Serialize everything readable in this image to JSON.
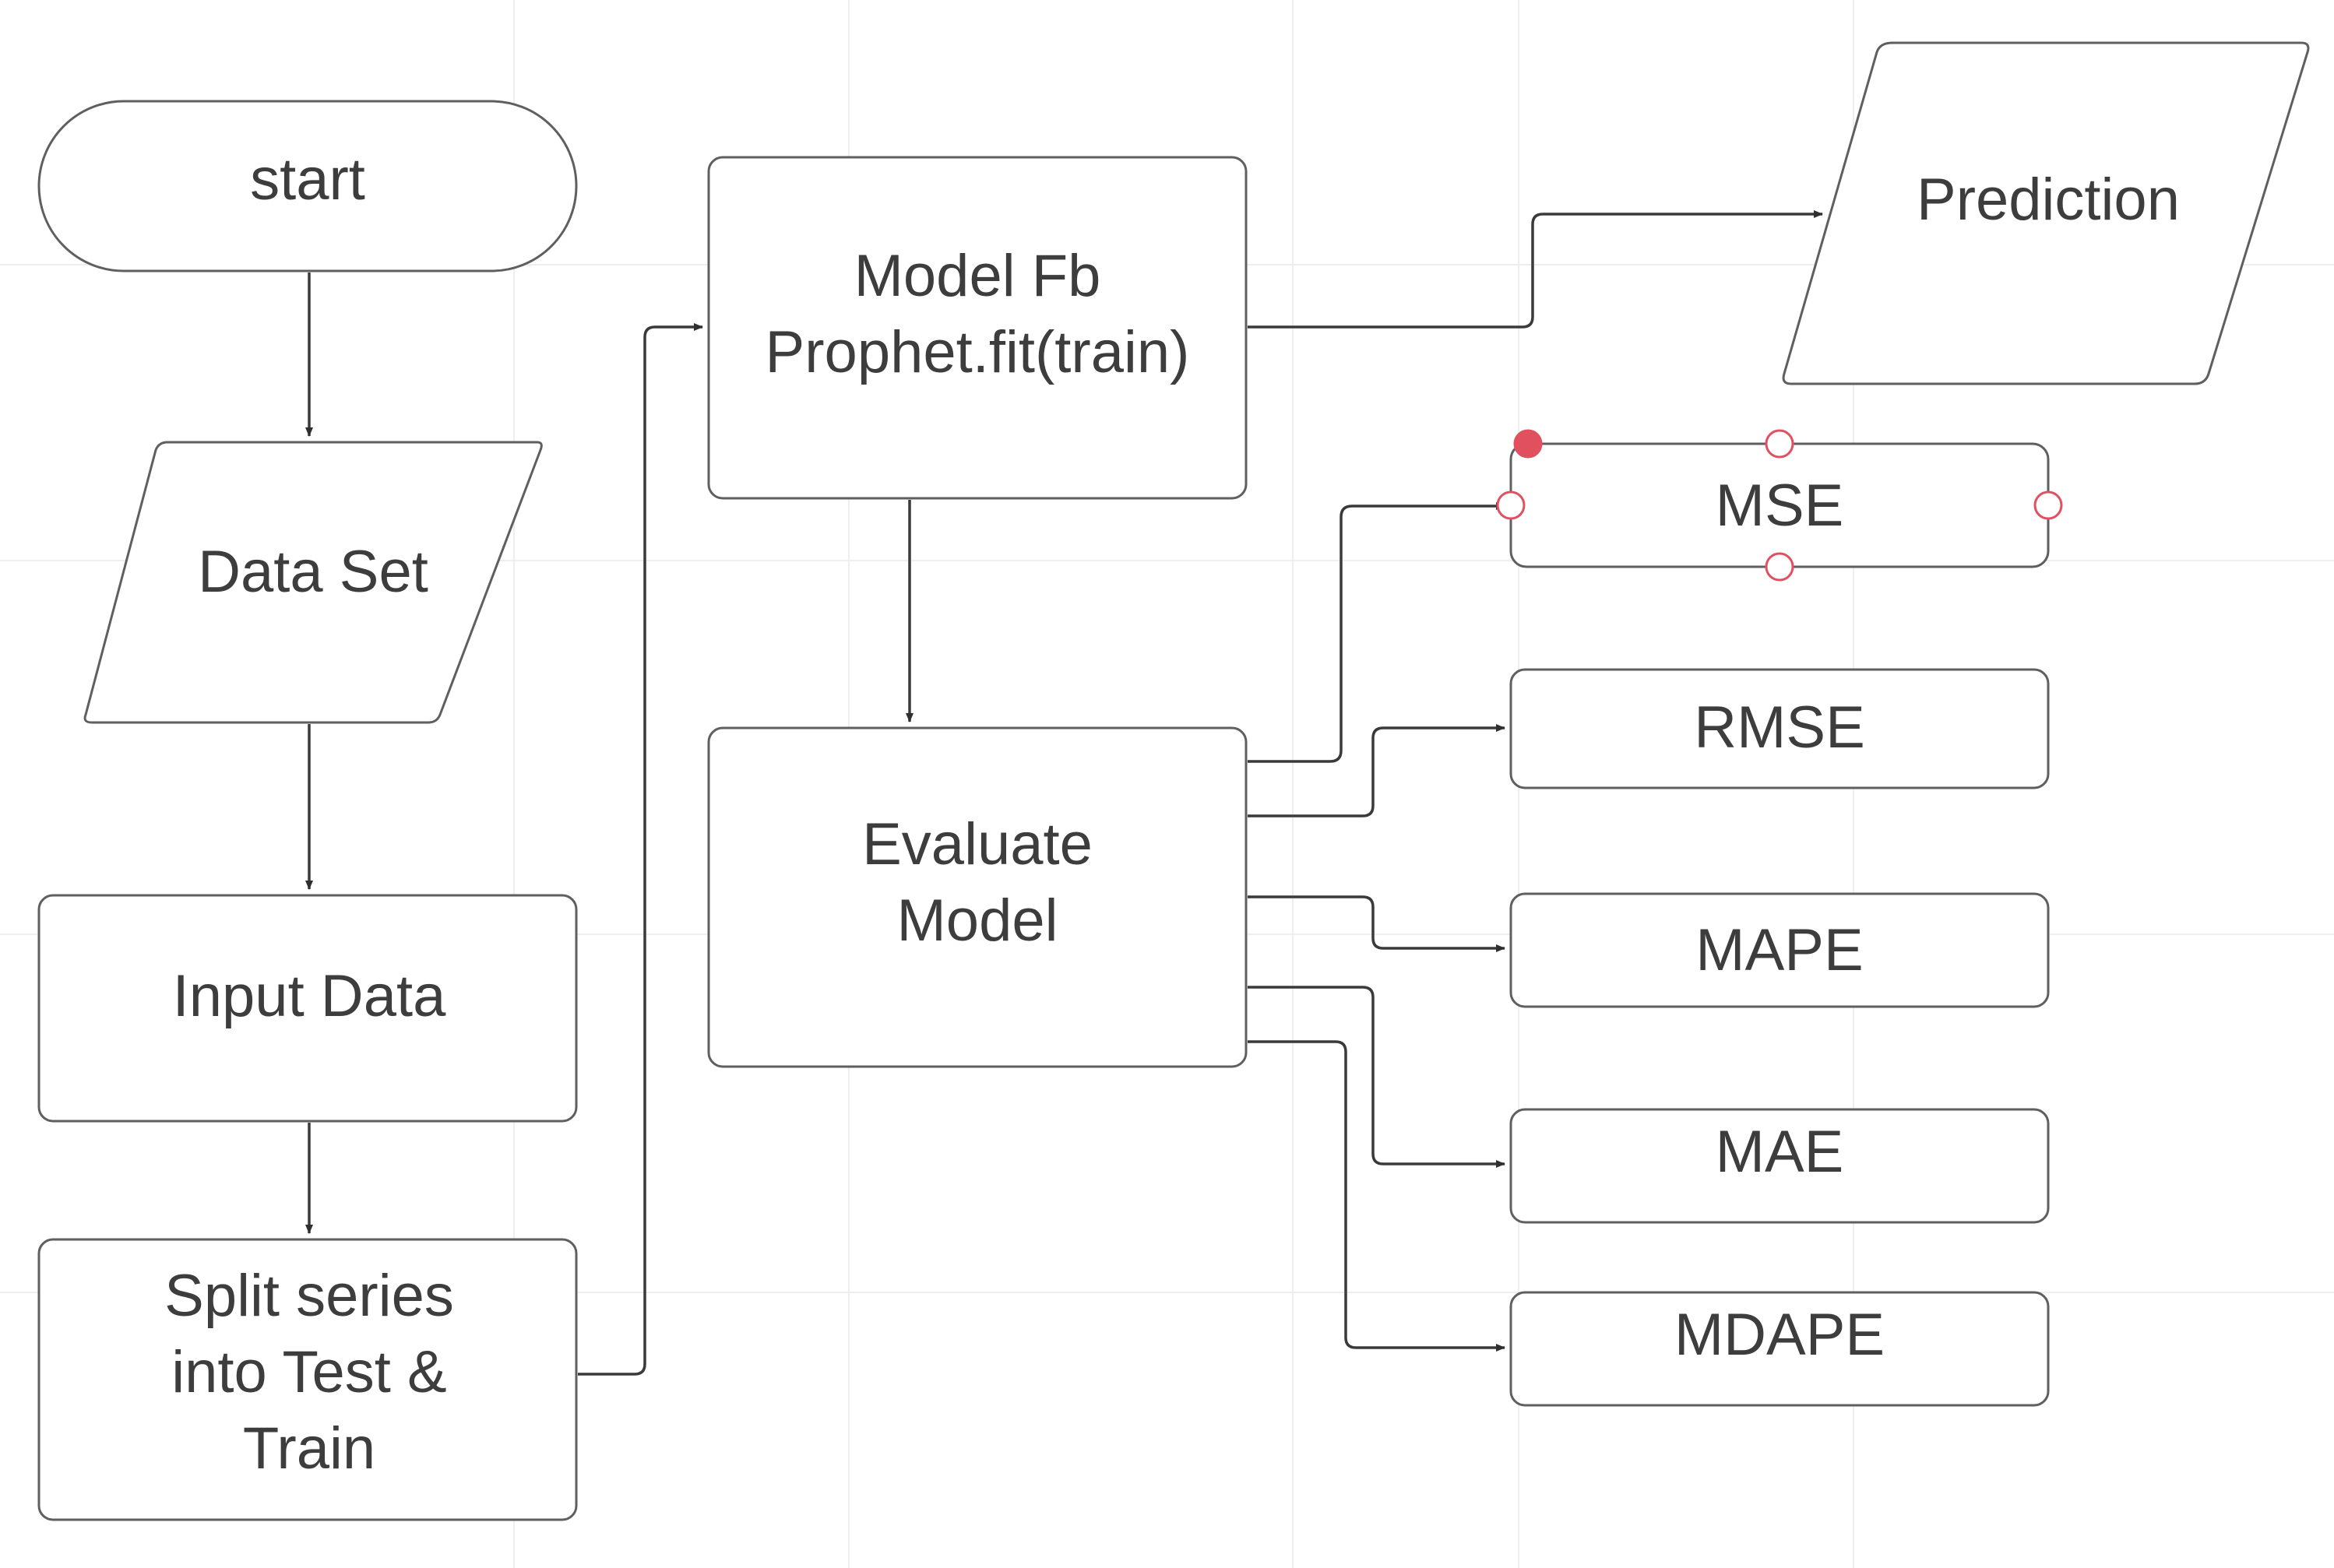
{
  "nodes": {
    "start": {
      "label": "start"
    },
    "dataset": {
      "label": "Data Set"
    },
    "input": {
      "label": "Input Data"
    },
    "split": {
      "lines": [
        "Split series",
        "into Test &",
        "Train"
      ]
    },
    "model": {
      "lines": [
        "Model Fb",
        "Prophet.fit(train)"
      ]
    },
    "evaluate": {
      "lines": [
        "Evaluate",
        "Model"
      ]
    },
    "prediction": {
      "label": "Prediction"
    },
    "mse": {
      "label": "MSE"
    },
    "rmse": {
      "label": "RMSE"
    },
    "mape": {
      "label": "MAPE"
    },
    "mae": {
      "label": "MAE"
    },
    "mdape": {
      "label": "MDAPE"
    }
  },
  "colors": {
    "stroke": "#5f5f5f",
    "arrow": "#2f2f2f",
    "text": "#3d3d3d",
    "selection": "#e0505f"
  }
}
